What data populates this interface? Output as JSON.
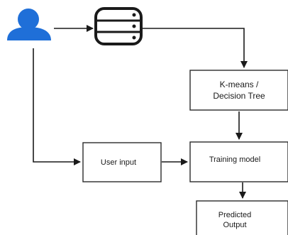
{
  "colors": {
    "user_icon": "#1f6fd8",
    "database_icon": "#1a1a1a",
    "line": "#1a1a1a",
    "box_border": "#2a2a2a",
    "background": "#ffffff"
  },
  "icons": {
    "user": "user-icon",
    "database": "database-icon"
  },
  "nodes": {
    "kmeans": {
      "line1": "K-means /",
      "line2": "Decision Tree"
    },
    "user_input": {
      "label": "User input"
    },
    "training": {
      "label": "Training model"
    },
    "predicted": {
      "line1": "Predicted",
      "line2": "Output"
    }
  }
}
